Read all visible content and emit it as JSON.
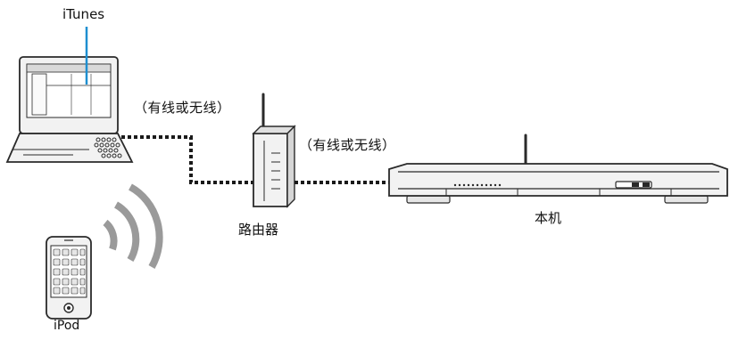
{
  "diagram": {
    "labels": {
      "itunes": "iTunes",
      "connection_left": "（有线或无线）",
      "connection_right": "（有线或无线）",
      "router": "路由器",
      "unit": "本机",
      "ipod": "iPod"
    },
    "colors": {
      "outline": "#2a2a2a",
      "device_fill": "#f2f2f2",
      "screen_fill": "#ffffff",
      "cable": "#1a1a1a",
      "itunes_pointer": "#1e8fd0",
      "wifi_wave": "#9a9a9a",
      "ipod_tile": "#e6e6e6"
    },
    "nodes": [
      {
        "id": "computer",
        "icon": "laptop-icon"
      },
      {
        "id": "router",
        "icon": "router-icon"
      },
      {
        "id": "unit",
        "icon": "soundbar-icon"
      },
      {
        "id": "ipod",
        "icon": "ipod-icon"
      }
    ],
    "edges": [
      {
        "from": "computer",
        "to": "router",
        "style": "dotted",
        "label_key": "connection_left"
      },
      {
        "from": "router",
        "to": "unit",
        "style": "dotted",
        "label_key": "connection_right"
      },
      {
        "from": "ipod",
        "to": "router",
        "style": "wireless"
      }
    ]
  }
}
